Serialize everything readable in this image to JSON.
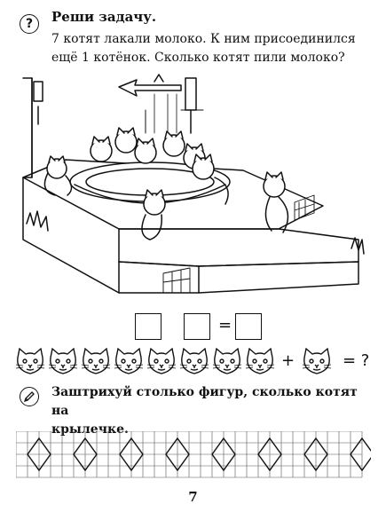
{
  "task1": {
    "badge": "?",
    "title": "Реши задачу.",
    "line1": "7 котят лакали молоко. К ним присоединился",
    "line2": "ещё 1 котёнок. Сколько котят пили молоко?"
  },
  "equation": {
    "plus": "",
    "equals": "="
  },
  "cat_row": {
    "count_left": 8,
    "plus": "+",
    "count_right": 1,
    "equals": "= ?"
  },
  "task2": {
    "line1": "Заштрихуй столько фигур, сколько котят на",
    "line2": "крылечке."
  },
  "grid": {
    "diamonds": 8
  },
  "page_number": "7"
}
